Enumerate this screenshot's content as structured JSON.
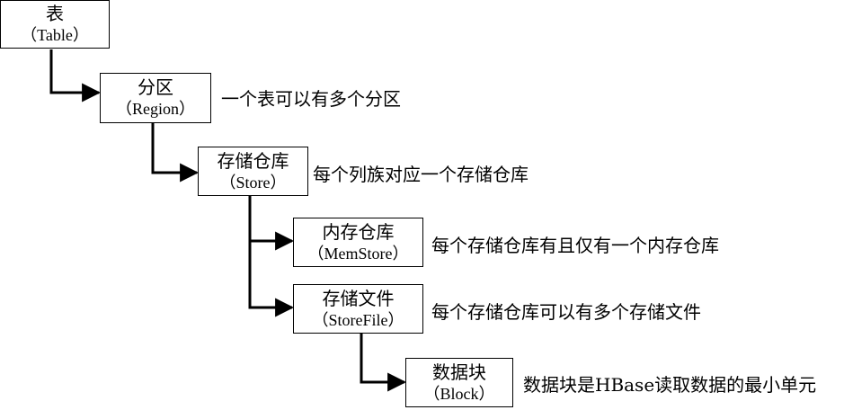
{
  "nodes": {
    "table": {
      "name": "表",
      "en": "（Table）"
    },
    "region": {
      "name": "分区",
      "en": "（Region）",
      "desc": "一个表可以有多个分区"
    },
    "store": {
      "name": "存储仓库",
      "en": "（Store）",
      "desc": "每个列族对应一个存储仓库"
    },
    "memstore": {
      "name": "内存仓库",
      "en": "（MemStore）",
      "desc": "每个存储仓库有且仅有一个内存仓库"
    },
    "storefile": {
      "name": "存储文件",
      "en": "（StoreFile）",
      "desc": "每个存储仓库可以有多个存储文件"
    },
    "block": {
      "name": "数据块",
      "en": "（Block）",
      "desc": "数据块是HBase读取数据的最小单元"
    }
  }
}
